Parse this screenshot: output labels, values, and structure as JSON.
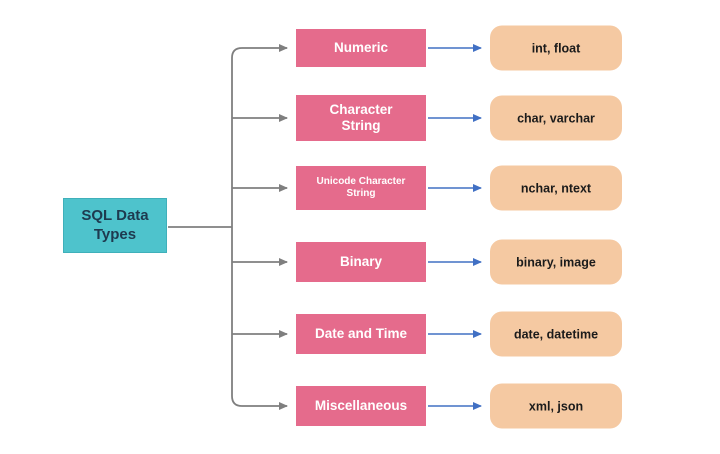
{
  "diagram": {
    "title": "SQL Data Types",
    "root": {
      "label": "SQL Data Types"
    },
    "rows": [
      {
        "category": "Numeric",
        "examples": "int, float"
      },
      {
        "category": "Character String",
        "examples": "char, varchar"
      },
      {
        "category": "Unicode Character String",
        "examples": "nchar, ntext"
      },
      {
        "category": "Binary",
        "examples": "binary, image"
      },
      {
        "category": "Date and Time",
        "examples": "date, datetime"
      },
      {
        "category": "Miscellaneous",
        "examples": "xml, json"
      }
    ],
    "colors": {
      "root_fill": "#4ec3cc",
      "category_fill": "#e56b8c",
      "example_fill": "#f5c9a2",
      "connector_gray": "#7f7f7f",
      "arrow_blue": "#4170c4",
      "root_text": "#1e3a4f",
      "category_text": "#ffffff",
      "example_text": "#1b1b1b",
      "background": "#ffffff"
    }
  }
}
